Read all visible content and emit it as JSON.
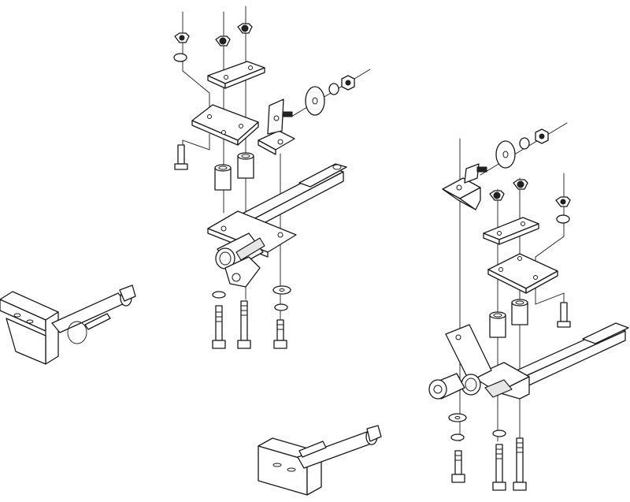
{
  "diagram": {
    "type": "exploded-assembly-drawing",
    "background": "#ffffff",
    "line_color": "#1a1a1a",
    "assemblies": [
      {
        "part": "bracket-assembly",
        "side": "left"
      },
      {
        "part": "bracket-assembly",
        "side": "right"
      }
    ],
    "loose_parts": [
      "hitch-pin-with-clip",
      "hitch-pin-with-clip"
    ],
    "labels": []
  }
}
